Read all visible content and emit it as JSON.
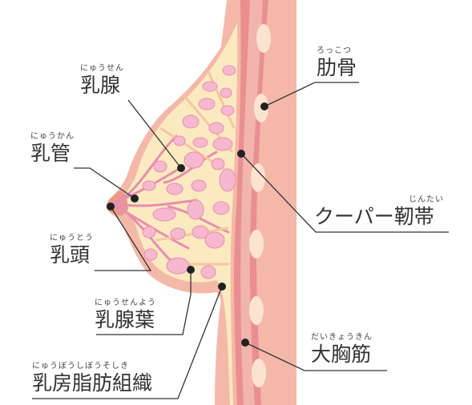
{
  "colors": {
    "skin": "#f4b8a8",
    "skin_dark": "#e8998a",
    "fat": "#fbe9bf",
    "muscle": "#e98f8f",
    "muscle_inner": "#f2b5ad",
    "gland": "#f5b8cf",
    "gland_edge": "#e68fb0",
    "ligament": "#f3c7a0",
    "rib": "#fbe3cf",
    "line": "#333333"
  },
  "labels": {
    "nyusen": {
      "ruby": "にゅうせん",
      "text": "乳腺"
    },
    "nyukan": {
      "ruby": "にゅうかん",
      "text": "乳管"
    },
    "nyuto": {
      "ruby": "にゅうとう",
      "text": "乳頭"
    },
    "nyusenyo": {
      "ruby": "にゅうせんよう",
      "text": "乳腺葉"
    },
    "shibo": {
      "ruby": "にゅうぼうしぼうそしき",
      "text": "乳房脂肪組織"
    },
    "rokkotsu": {
      "ruby": "ろっこつ",
      "text": "肋骨"
    },
    "cooper": {
      "ruby": "じんたい",
      "text": "クーパー靭帯"
    },
    "daikyokin": {
      "ruby": "だいきょうきん",
      "text": "大胸筋"
    }
  }
}
